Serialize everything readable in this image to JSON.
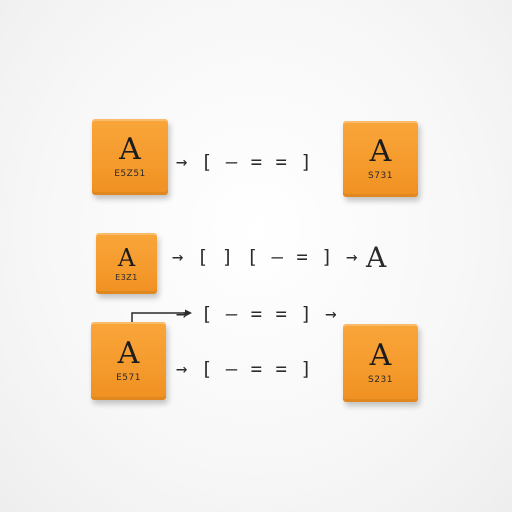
{
  "blocks": [
    {
      "letter": "A",
      "code": "E5Z51"
    },
    {
      "letter": "A",
      "code": "S731"
    },
    {
      "letter": "A",
      "code": "E3Z1"
    },
    {
      "letter": "A",
      "code": "E571"
    },
    {
      "letter": "A",
      "code": "S231"
    }
  ],
  "sequences": [
    "→ [ – = = ]",
    "→ [ ] [ – = ] →",
    "→ [ – = = ] →",
    "→ [ – = = ]"
  ],
  "output_letter": "A",
  "colors": {
    "block": "#f59a2c",
    "ink": "#2b2b2b",
    "background": "#f7f7f7"
  }
}
